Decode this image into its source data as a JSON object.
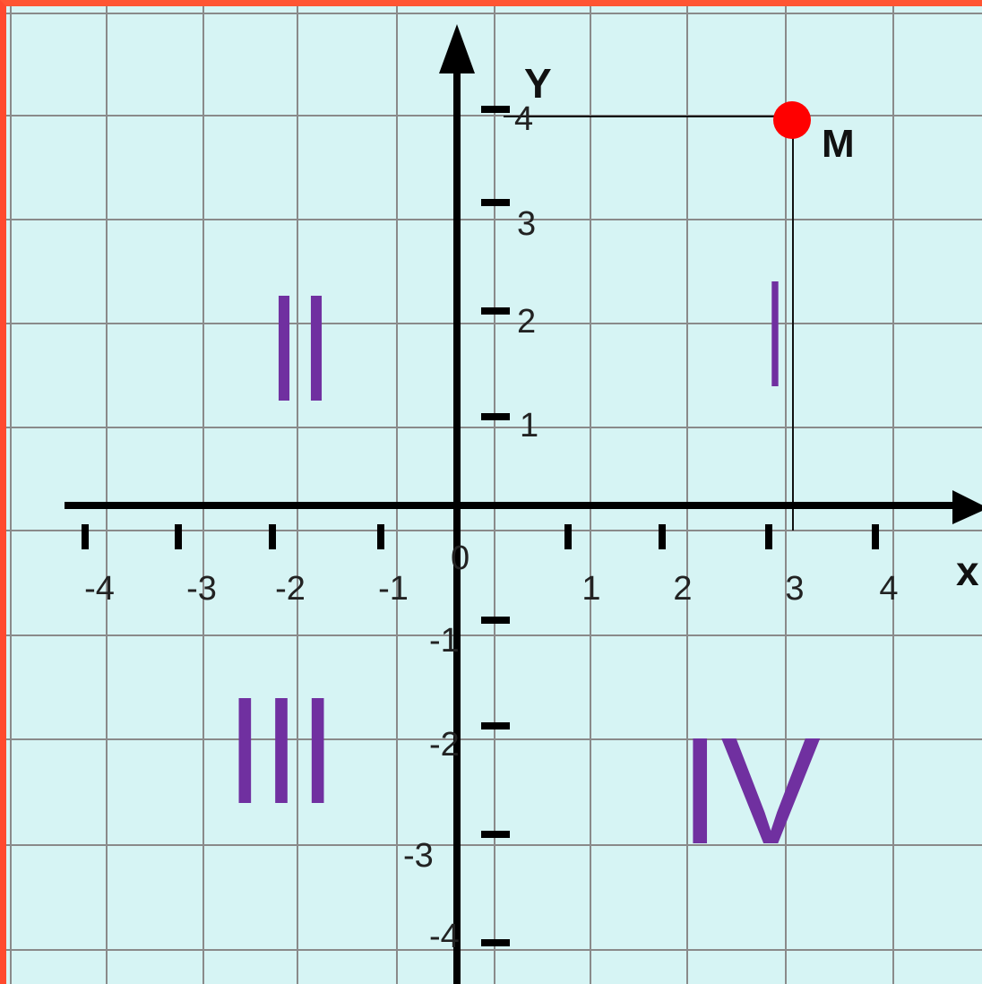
{
  "axes": {
    "x_label": "x",
    "y_label": "Y",
    "origin_label": "0",
    "x_ticks": [
      "-4",
      "-3",
      "-2",
      "-1",
      "1",
      "2",
      "3",
      "4"
    ],
    "y_ticks": [
      "4",
      "3",
      "2",
      "1",
      "-1",
      "-2",
      "-3",
      "-4"
    ]
  },
  "quadrants": [
    "I",
    "II",
    "III",
    "IV"
  ],
  "point": {
    "label": "M",
    "x": 3,
    "y": 4,
    "color": "#ff0000"
  },
  "colors": {
    "background": "#d6f4f4",
    "grid": "#888888",
    "quadrant_text": "#7030a0"
  }
}
